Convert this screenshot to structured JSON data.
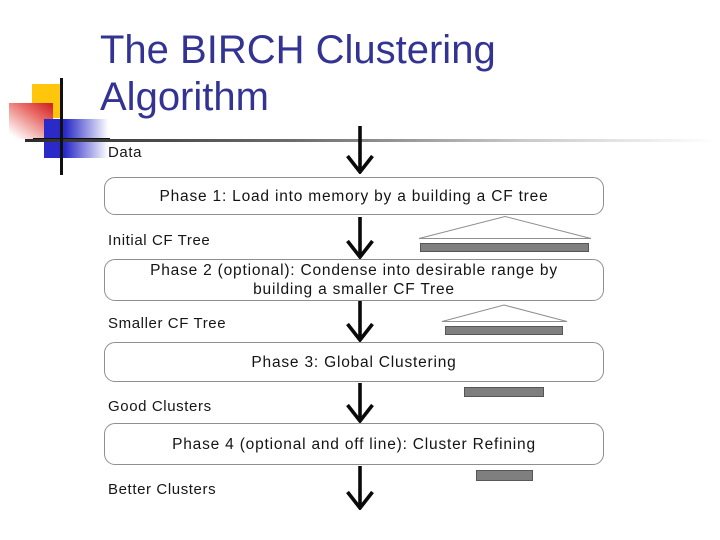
{
  "slide": {
    "title": "The BIRCH Clustering Algorithm"
  },
  "colors": {
    "title_text": "#333394",
    "accent_yellow": "#FFC60B",
    "accent_blue": "#2A2AC8",
    "accent_red": "#D22424",
    "bar_gray": "#7F7F7F",
    "box_border": "#8F8F8F",
    "arrow_black": "#0A0A0A"
  },
  "diagram": {
    "labels": {
      "input": "Data",
      "after_phase1": "Initial CF Tree",
      "after_phase2": "Smaller CF Tree",
      "after_phase3": "Good Clusters",
      "after_phase4": "Better Clusters"
    },
    "phases": [
      "Phase 1: Load into memory by a building a CF tree",
      "Phase 2 (optional): Condense into desirable range by building a smaller CF Tree",
      "Phase 3: Global Clustering",
      "Phase 4 (optional and off line): Cluster Refining"
    ],
    "icons": [
      "cf-tree-icon-large",
      "cf-tree-icon-small",
      "cluster-bar-icon",
      "cluster-bar-icon-small"
    ]
  }
}
